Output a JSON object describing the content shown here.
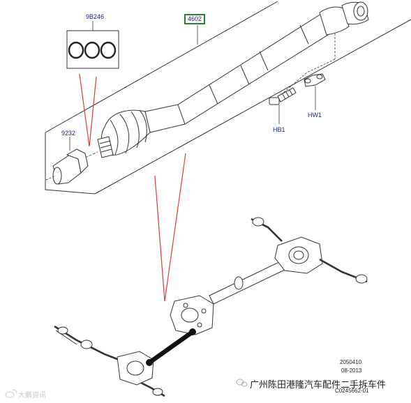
{
  "callouts": {
    "seal_rings": "9B246",
    "driveshaft": "4602",
    "flange": "9232",
    "bolt": "HB1",
    "washer": "HW1"
  },
  "meta": {
    "date_code": "2050410",
    "date": "08-2013",
    "figure_id": "C0245662-01"
  },
  "watermarks": {
    "right": "广州陈田港隆汽车配件二手拆车件",
    "left": "大鹏资讯"
  },
  "colors": {
    "line": "#333333",
    "part_fill": "#ffffff",
    "red_arrow": "#e53935",
    "callout_text": "#1a237e",
    "highlight_box": "#2e7d32",
    "highlight_shaft": "#111111"
  },
  "icons": [
    "wechat-icon",
    "weibo-icon"
  ]
}
